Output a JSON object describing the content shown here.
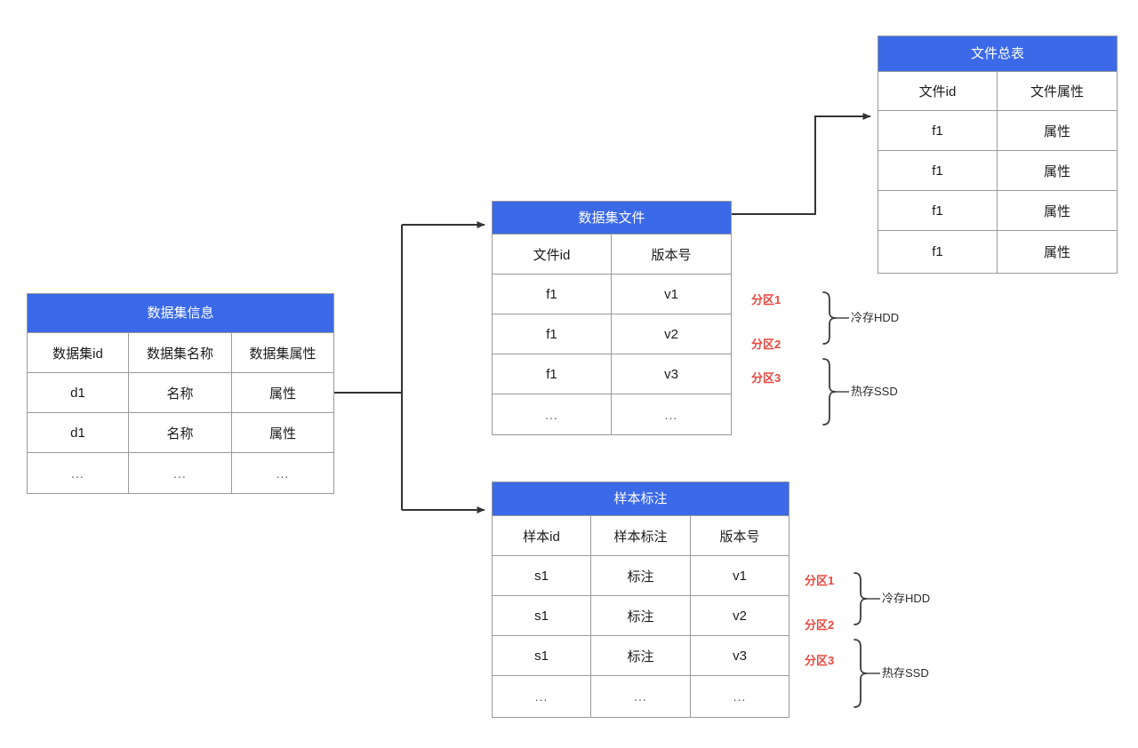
{
  "diagram": {
    "title_color": "#3b69e8",
    "accent_red": "#e8483f",
    "border_color": "#9a9a9a"
  },
  "tables": {
    "dataset_info": {
      "title": "数据集信息",
      "headers": [
        "数据集id",
        "数据集名称",
        "数据集属性"
      ],
      "rows": [
        [
          "d1",
          "名称",
          "属性"
        ],
        [
          "d1",
          "名称",
          "属性"
        ],
        [
          "...",
          "...",
          "..."
        ]
      ]
    },
    "dataset_file": {
      "title": "数据集文件",
      "headers": [
        "文件id",
        "版本号"
      ],
      "rows": [
        [
          "f1",
          "v1"
        ],
        [
          "f1",
          "v2"
        ],
        [
          "f1",
          "v3"
        ],
        [
          "...",
          "..."
        ]
      ]
    },
    "file_master": {
      "title": "文件总表",
      "headers": [
        "文件id",
        "文件属性"
      ],
      "rows": [
        [
          "f1",
          "属性"
        ],
        [
          "f1",
          "属性"
        ],
        [
          "f1",
          "属性"
        ],
        [
          "f1",
          "属性"
        ]
      ]
    },
    "sample_label": {
      "title": "样本标注",
      "headers": [
        "样本id",
        "样本标注",
        "版本号"
      ],
      "rows": [
        [
          "s1",
          "标注",
          "v1"
        ],
        [
          "s1",
          "标注",
          "v2"
        ],
        [
          "s1",
          "标注",
          "v3"
        ],
        [
          "...",
          "...",
          "..."
        ]
      ]
    }
  },
  "annotations": {
    "dataset_file": {
      "partitions": [
        "分区1",
        "分区2",
        "分区3"
      ],
      "storage": [
        "冷存HDD",
        "热存SSD"
      ]
    },
    "sample_label": {
      "partitions": [
        "分区1",
        "分区2",
        "分区3"
      ],
      "storage": [
        "冷存HDD",
        "热存SSD"
      ]
    }
  }
}
